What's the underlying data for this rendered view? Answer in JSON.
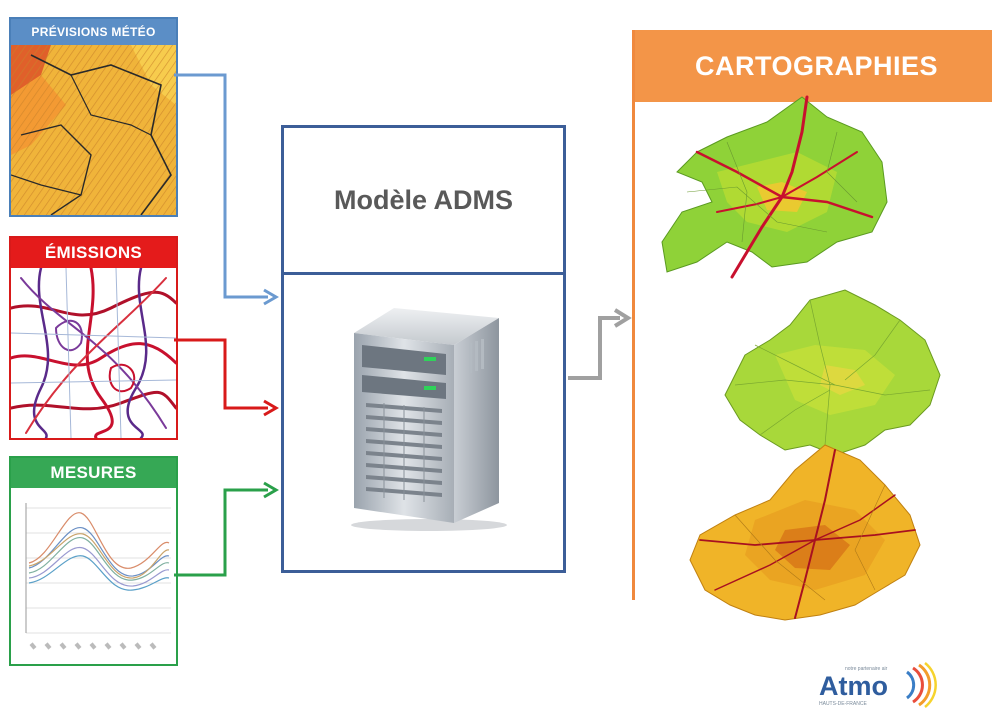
{
  "inputs": {
    "meteo": {
      "label": "PRÉVISIONS MÉTÉO",
      "color": "#5b8ec6"
    },
    "emissions": {
      "label": "ÉMISSIONS",
      "color": "#e41b1b"
    },
    "mesures": {
      "label": "MESURES",
      "color": "#36a855"
    }
  },
  "model": {
    "title": "Modèle ADMS"
  },
  "output": {
    "title": "CARTOGRAPHIES",
    "color": "#f39548"
  },
  "logo": {
    "name": "Atmo",
    "subtitle": "HAUTS-DE-FRANCE",
    "tagline": "notre partenaire air"
  }
}
